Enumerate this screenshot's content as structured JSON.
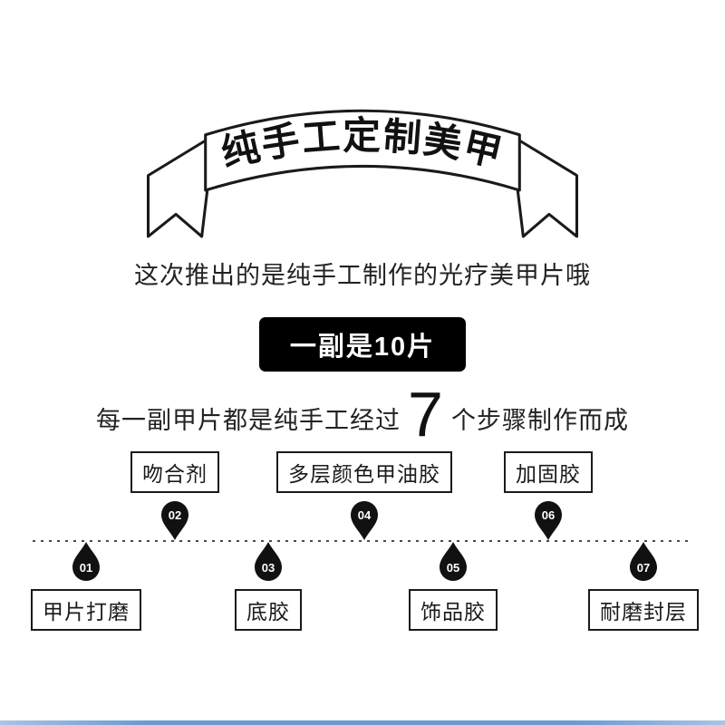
{
  "banner": {
    "title": "纯手工定制美甲"
  },
  "intro": {
    "text": "这次推出的是纯手工制作的光疗美甲片哦"
  },
  "badge": {
    "label": "一副是10片"
  },
  "heading": {
    "prefix": "每一副甲片都是纯手工经过",
    "big_number": "7",
    "suffix": "个步骤制作而成"
  },
  "timeline": {
    "steps": [
      {
        "num": "01",
        "label": "甲片打磨"
      },
      {
        "num": "02",
        "label": "吻合剂"
      },
      {
        "num": "03",
        "label": "底胶"
      },
      {
        "num": "04",
        "label": "多层颜色甲油胶"
      },
      {
        "num": "05",
        "label": "饰品胶"
      },
      {
        "num": "06",
        "label": "加固胶"
      },
      {
        "num": "07",
        "label": "耐磨封层"
      }
    ]
  },
  "colors": {
    "ink": "#1a1a1a",
    "badge_bg": "#000000",
    "droplet_fill": "#111111",
    "bottom_accent": "#6b9bd2"
  }
}
